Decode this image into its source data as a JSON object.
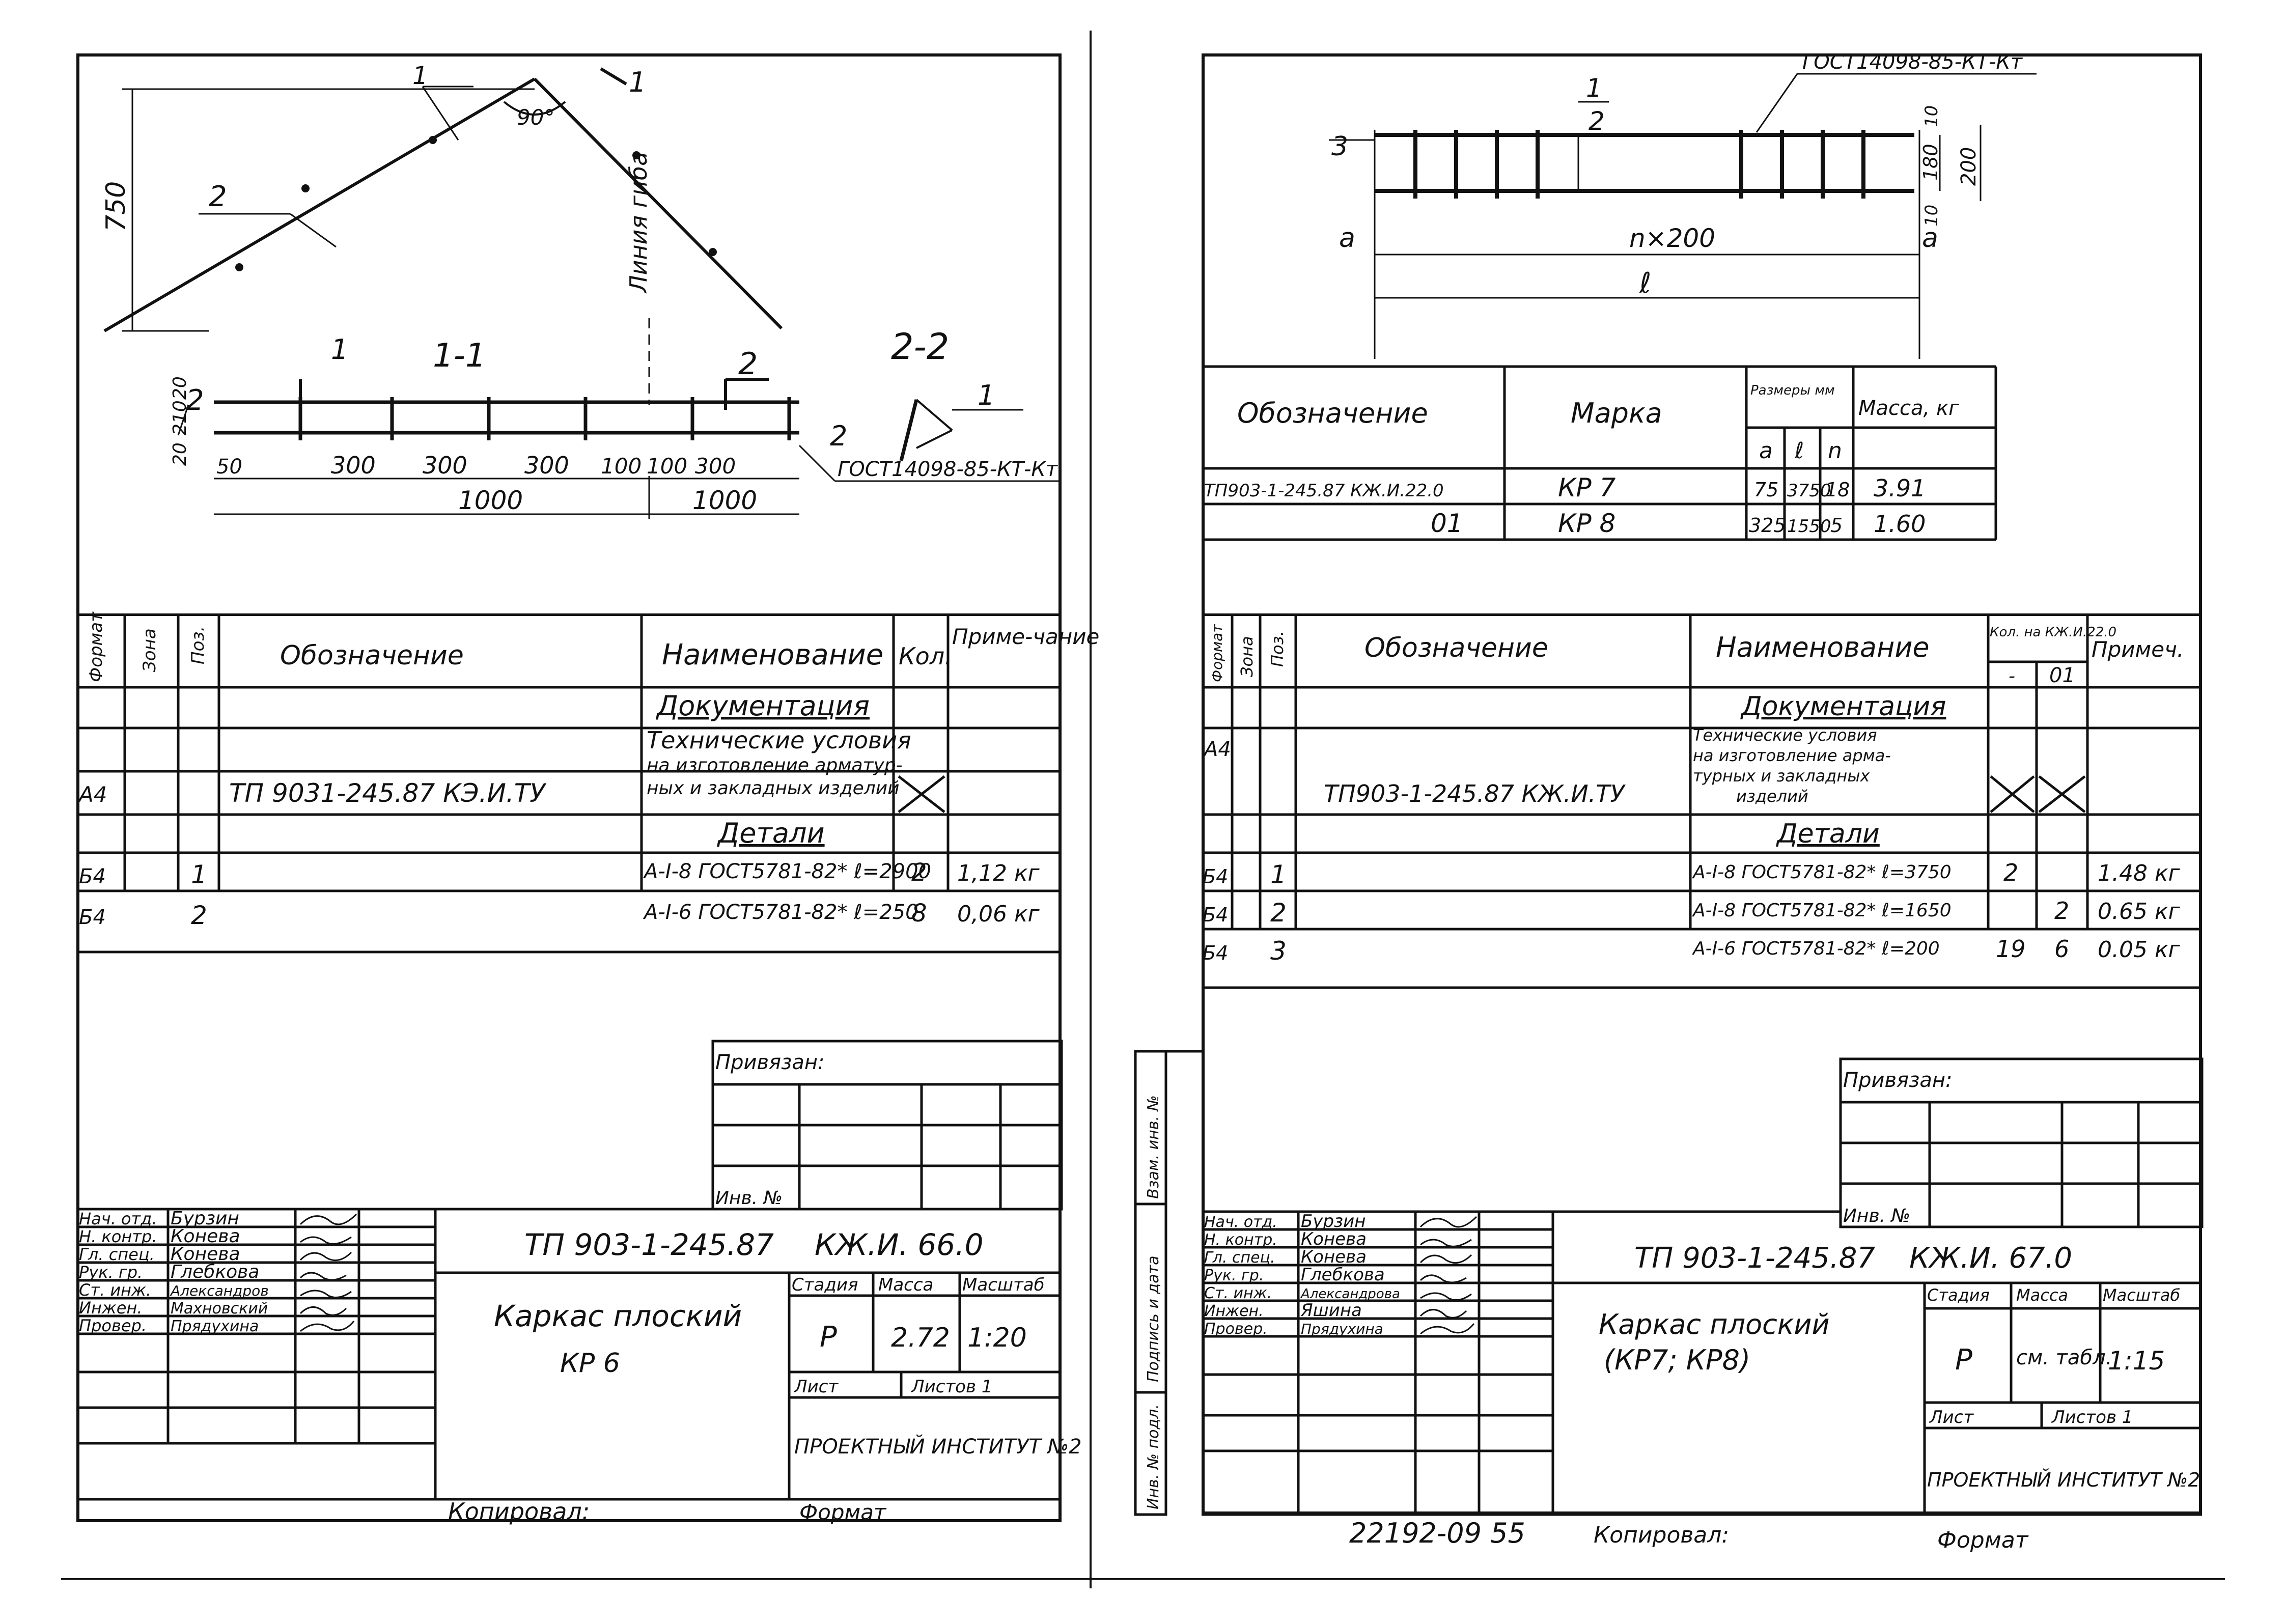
{
  "left_sheet": {
    "drawing": {
      "dim_750": "750",
      "angle": "90°",
      "bend_line": "Линия гиба",
      "section_1_1": "1-1",
      "section_2_2": "2-2",
      "mark_1": "1",
      "mark_2": "2",
      "dims": [
        "50",
        "300",
        "300",
        "300",
        "100",
        "100",
        "300"
      ],
      "dim_1000_a": "1000",
      "dim_1000_b": "1000",
      "vdims": [
        "20",
        "210",
        "20"
      ],
      "gost": "ГОСТ14098-85-КТ-Кт"
    },
    "spec": {
      "headers": {
        "format": "Формат",
        "zone": "Зона",
        "pos": "Поз.",
        "designation": "Обозначение",
        "name": "Наименование",
        "qty": "Кол.",
        "note": "Приме-чание"
      },
      "section_doc": "Документация",
      "doc_designation": "ТП 9031-245.87 КЭ.И.ТУ",
      "doc_format": "А4",
      "doc_name_1": "Технические условия",
      "doc_name_2": "на изготовление арматур-",
      "doc_name_3": "ных и закладных изделий",
      "section_parts": "Детали",
      "rows": [
        {
          "format": "Б4",
          "pos": "1",
          "name": "А-I-8 ГОСТ5781-82* ℓ=2900",
          "qty": "2",
          "note": "1,12 кг"
        },
        {
          "format": "Б4",
          "pos": "2",
          "name": "А-I-6 ГОСТ5781-82* ℓ=250",
          "qty": "8",
          "note": "0,06 кг"
        }
      ]
    },
    "title_block": {
      "linked": "Привязан:",
      "inv": "Инв. №",
      "roles": [
        "Нач. отд.",
        "Н. контр.",
        "Гл. спец.",
        "Рук. гр.",
        "Ст. инж.",
        "Инжен.",
        "Провер."
      ],
      "names": [
        "Бурзин",
        "Конева",
        "Конева",
        "Глебкова",
        "Александров",
        "Махновский",
        "Прядухина"
      ],
      "code": "ТП 903-1-245.87",
      "doc": "КЖ.И. 66.0",
      "title_1": "Каркас плоский",
      "title_2": "КР 6",
      "stage_label": "Стадия",
      "mass_label": "Масса",
      "scale_label": "Масштаб",
      "stage": "Р",
      "mass": "2.72",
      "scale": "1:20",
      "sheet_label": "Лист",
      "sheets_label": "Листов 1",
      "org": "ПРОЕКТНЫЙ ИНСТИТУТ №2",
      "copied": "Копировал:",
      "format_label": "Формат"
    }
  },
  "right_sheet": {
    "drawing": {
      "gost": "ГОСТ14098-85-КТ-Кт",
      "mark_1": "1",
      "mark_2": "2",
      "mark_3": "3",
      "dim_a_left": "a",
      "dim_a_right": "a",
      "dim_n200": "n×200",
      "dim_l": "ℓ",
      "dim_10_top": "10",
      "dim_180": "180",
      "dim_200": "200",
      "dim_10_bot": "10"
    },
    "marks_table": {
      "h_designation": "Обозначение",
      "h_mark": "Марка",
      "h_sizes": "Размеры мм",
      "h_a": "a",
      "h_l": "ℓ",
      "h_n": "n",
      "h_mass": "Масса, кг",
      "rows": [
        {
          "designation": "ТП903-1-245.87 КЖ.И.22.0",
          "mark": "КР 7",
          "a": "75",
          "l": "3750",
          "n": "18",
          "mass": "3.91"
        },
        {
          "designation": "01",
          "mark": "КР 8",
          "a": "325",
          "l": "1550",
          "n": "5",
          "mass": "1.60"
        }
      ]
    },
    "spec": {
      "headers": {
        "format": "Формат",
        "zone": "Зона",
        "pos": "Поз.",
        "designation": "Обозначение",
        "name": "Наименование",
        "qty": "Кол. на КЖ.И.22.0",
        "qty_a": "-",
        "qty_b": "01",
        "note": "Примеч."
      },
      "section_doc": "Документация",
      "doc_format": "А4",
      "doc_designation": "ТП903-1-245.87 КЖ.И.ТУ",
      "doc_name_1": "Технические условия",
      "doc_name_2": "на изготовление арма-",
      "doc_name_3": "турных и закладных",
      "doc_name_4": "изделий",
      "section_parts": "Детали",
      "rows": [
        {
          "format": "Б4",
          "pos": "1",
          "name": "А-I-8 ГОСТ5781-82* ℓ=3750",
          "q1": "2",
          "q2": "",
          "note": "1.48 кг"
        },
        {
          "format": "Б4",
          "pos": "2",
          "name": "А-I-8 ГОСТ5781-82* ℓ=1650",
          "q1": "",
          "q2": "2",
          "note": "0.65 кг"
        },
        {
          "format": "Б4",
          "pos": "3",
          "name": "А-I-6 ГОСТ5781-82* ℓ=200",
          "q1": "19",
          "q2": "6",
          "note": "0.05 кг"
        }
      ]
    },
    "side_labels": [
      "Инв. № подл.",
      "Подпись и дата",
      "Взам. инв. №"
    ],
    "title_block": {
      "linked": "Привязан:",
      "inv": "Инв. №",
      "roles": [
        "Нач. отд.",
        "Н. контр.",
        "Гл. спец.",
        "Рук. гр.",
        "Ст. инж.",
        "Инжен.",
        "Провер."
      ],
      "names": [
        "Бурзин",
        "Конева",
        "Конева",
        "Глебкова",
        "Александрова",
        "Яшина",
        "Прядухина"
      ],
      "code": "ТП 903-1-245.87",
      "doc": "КЖ.И. 67.0",
      "title_1": "Каркас плоский",
      "title_2": "(КР7; КР8)",
      "stage_label": "Стадия",
      "mass_label": "Масса",
      "scale_label": "Масштаб",
      "stage": "Р",
      "mass": "см. табл.",
      "scale": "1:15",
      "sheet_label": "Лист",
      "sheets_label": "Листов 1",
      "org": "ПРОЕКТНЫЙ ИНСТИТУТ №2",
      "archive": "22192-09 55",
      "copied": "Копировал:",
      "format_label": "Формат"
    }
  }
}
